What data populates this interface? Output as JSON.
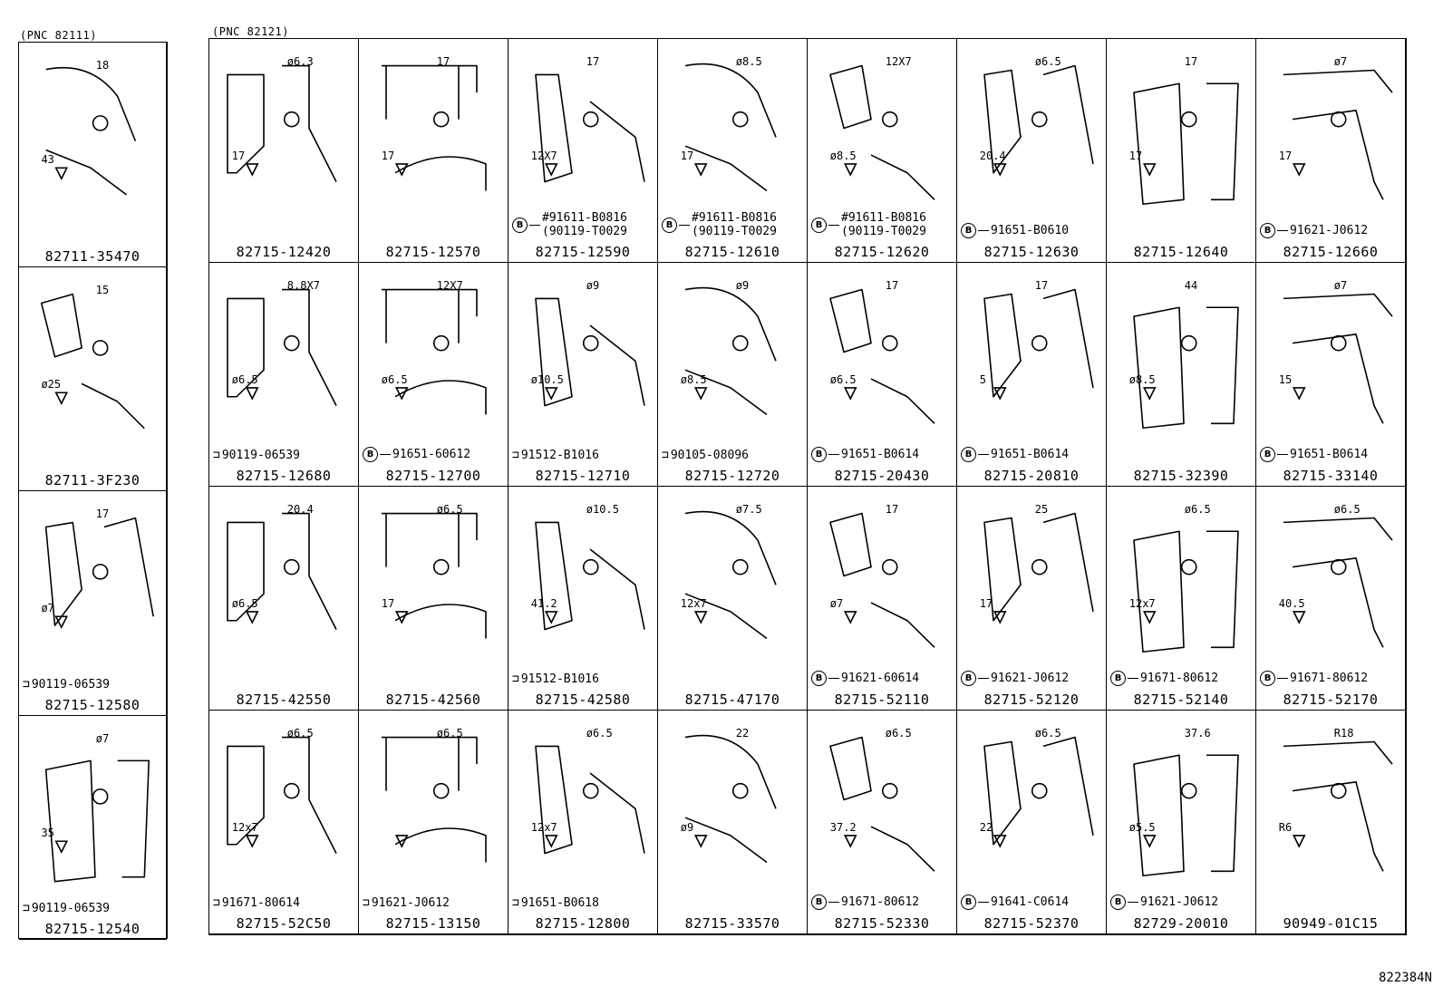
{
  "pnc": {
    "left": "(PNC 82111)",
    "main": "(PNC 82121)"
  },
  "figure_ref": "822384N",
  "left_cells": [
    {
      "part": "82711-35470",
      "bolt": "",
      "dims": [
        "18",
        "43"
      ]
    },
    {
      "part": "82711-3F230",
      "bolt": "",
      "dims": [
        "15",
        "ø25"
      ]
    },
    {
      "part": "82715-12580",
      "bolt": "90119-06539",
      "dims": [
        "17",
        "ø7"
      ]
    },
    {
      "part": "82715-12540",
      "bolt": "90119-06539",
      "dims": [
        "ø7",
        "35"
      ]
    }
  ],
  "rows": [
    [
      {
        "part": "82715-12420",
        "bolt": "",
        "dims": [
          "ø6.3",
          "17"
        ]
      },
      {
        "part": "82715-12570",
        "bolt": "",
        "dims": [
          "17",
          "17"
        ]
      },
      {
        "part": "82715-12590",
        "bolt": "#91611-B0816",
        "bolt2": "(90119-T0029",
        "mark": "B",
        "dims": [
          "17",
          "12X7"
        ]
      },
      {
        "part": "82715-12610",
        "bolt": "#91611-B0816",
        "bolt2": "(90119-T0029",
        "mark": "B",
        "dims": [
          "ø8.5",
          "17"
        ]
      },
      {
        "part": "82715-12620",
        "bolt": "#91611-B0816",
        "bolt2": "(90119-T0029",
        "mark": "B",
        "dims": [
          "12X7",
          "ø8.5"
        ]
      },
      {
        "part": "82715-12630",
        "bolt": "91651-B0610",
        "mark": "B",
        "dims": [
          "ø6.5",
          "20.4"
        ]
      },
      {
        "part": "82715-12640",
        "bolt": "",
        "dims": [
          "17",
          "17"
        ]
      },
      {
        "part": "82715-12660",
        "bolt": "91621-J0612",
        "mark": "B",
        "dims": [
          "ø7",
          "17"
        ]
      }
    ],
    [
      {
        "part": "82715-12680",
        "bolt": "90119-06539",
        "dims": [
          "8.8X7",
          "ø6.5"
        ]
      },
      {
        "part": "82715-12700",
        "bolt": "91651-60612",
        "mark": "B",
        "dims": [
          "12X7",
          "ø6.5"
        ]
      },
      {
        "part": "82715-12710",
        "bolt": "91512-B1016",
        "dims": [
          "ø9",
          "ø10.5"
        ]
      },
      {
        "part": "82715-12720",
        "bolt": "90105-08096",
        "dims": [
          "ø9",
          "ø8.5"
        ]
      },
      {
        "part": "82715-20430",
        "bolt": "91651-B0614",
        "mark": "B",
        "dims": [
          "17",
          "ø6.5"
        ]
      },
      {
        "part": "82715-20810",
        "bolt": "91651-B0614",
        "mark": "B",
        "dims": [
          "17",
          "5"
        ]
      },
      {
        "part": "82715-32390",
        "bolt": "",
        "dims": [
          "44",
          "ø8.5"
        ]
      },
      {
        "part": "82715-33140",
        "bolt": "91651-B0614",
        "mark": "B",
        "dims": [
          "ø7",
          "15"
        ]
      }
    ],
    [
      {
        "part": "82715-42550",
        "bolt": "",
        "dims": [
          "20.4",
          "ø6.5"
        ]
      },
      {
        "part": "82715-42560",
        "bolt": "",
        "dims": [
          "ø6.5",
          "17"
        ]
      },
      {
        "part": "82715-42580",
        "bolt": "91512-B1016",
        "dims": [
          "ø10.5",
          "41.2"
        ]
      },
      {
        "part": "82715-47170",
        "bolt": "",
        "dims": [
          "ø7.5",
          "12x7"
        ]
      },
      {
        "part": "82715-52110",
        "bolt": "91621-60614",
        "mark": "B",
        "dims": [
          "17",
          "ø7"
        ]
      },
      {
        "part": "82715-52120",
        "bolt": "91621-J0612",
        "mark": "B",
        "dims": [
          "25",
          "17"
        ]
      },
      {
        "part": "82715-52140",
        "bolt": "91671-80612",
        "mark": "B",
        "dims": [
          "ø6.5",
          "12x7"
        ]
      },
      {
        "part": "82715-52170",
        "bolt": "91671-80612",
        "mark": "B",
        "dims": [
          "ø6.5",
          "40.5"
        ]
      }
    ],
    [
      {
        "part": "82715-52C50",
        "bolt": "91671-80614",
        "dims": [
          "ø6.5",
          "12x7"
        ]
      },
      {
        "part": "82715-13150",
        "bolt": "91621-J0612",
        "dims": [
          "ø6.5",
          ""
        ]
      },
      {
        "part": "82715-12800",
        "bolt": "91651-B0618",
        "dims": [
          "ø6.5",
          "12x7"
        ]
      },
      {
        "part": "82715-33570",
        "bolt": "",
        "dims": [
          "22",
          "ø9"
        ]
      },
      {
        "part": "82715-52330",
        "bolt": "91671-80612",
        "mark": "B",
        "dims": [
          "ø6.5",
          "37.2"
        ]
      },
      {
        "part": "82715-52370",
        "bolt": "91641-C0614",
        "mark": "B",
        "dims": [
          "ø6.5",
          "22"
        ]
      },
      {
        "part": "82729-20010",
        "bolt": "91621-J0612",
        "mark": "B",
        "dims": [
          "37.6",
          "ø5.5"
        ]
      },
      {
        "part": "90949-01C15",
        "bolt": "",
        "dims": [
          "R18",
          "R6"
        ]
      }
    ]
  ]
}
